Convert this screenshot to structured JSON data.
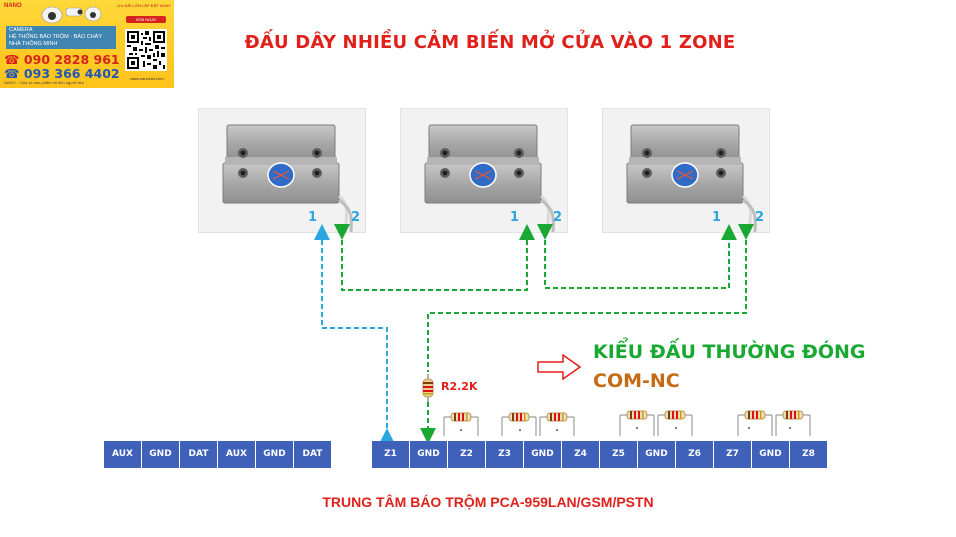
{
  "banner": {
    "brand": "NANO",
    "promo_title": "ƯU ĐÃI LỚN LẮP ĐẶT NGAY",
    "promo_button": "XEM NGAY",
    "services": [
      "CAMERA",
      "HỆ THỐNG BÁO TRỘM - BÁO CHÁY",
      "NHÀ THÔNG MINH"
    ],
    "phone1": "090 2828 961",
    "phone2": "093 366 4402",
    "tagline": "NANO - Chia sẻ sản phẩm tốt đến người tiêu",
    "site": "www.nanoviet.com"
  },
  "title": "ĐẤU DÂY NHIỀU CẢM BIẾN MỞ CỬA VÀO 1 ZONE",
  "sensors": [
    {
      "wire1": "1",
      "wire2": "2"
    },
    {
      "wire1": "1",
      "wire2": "2"
    },
    {
      "wire1": "1",
      "wire2": "2"
    }
  ],
  "resistor_label": "R2.2K",
  "mode_line1": "KIỂU ĐẤU THƯỜNG ĐÓNG",
  "mode_line2": "COM-NC",
  "left_block": [
    "AUX",
    "GND",
    "DAT",
    "AUX",
    "GND",
    "DAT"
  ],
  "right_block": [
    "Z1",
    "GND",
    "Z2",
    "Z3",
    "GND",
    "Z4",
    "Z5",
    "GND",
    "Z6",
    "Z7",
    "GND",
    "Z8"
  ],
  "footer": "TRUNG TÂM BÁO TRỘM PCA-959LAN/GSM/PSTN",
  "colors": {
    "title_red": "#e0201b",
    "terminal_blue": "#3f61b9",
    "wire_green": "#19a832",
    "wire_blue": "#2aa6e0",
    "mode_green": "#19a832",
    "mode_orange": "#c66a14"
  }
}
